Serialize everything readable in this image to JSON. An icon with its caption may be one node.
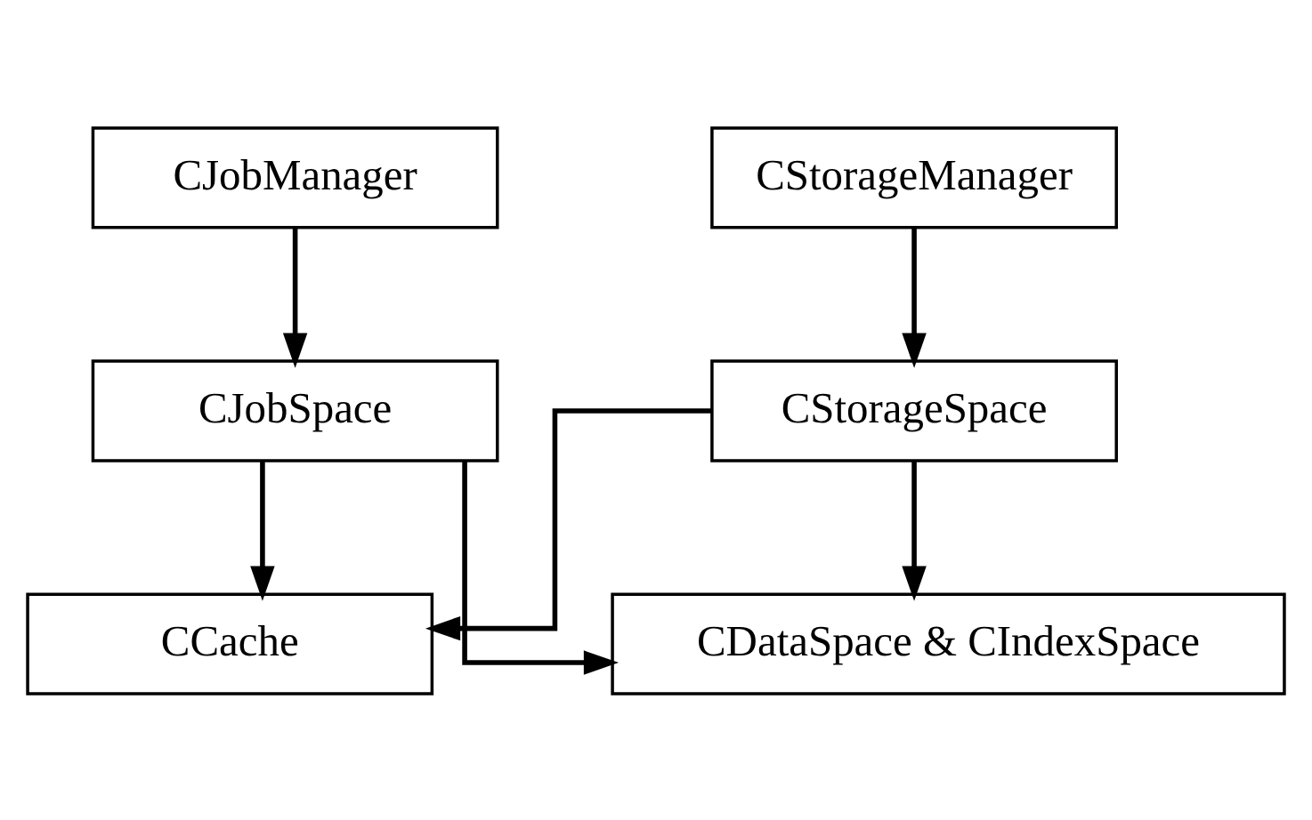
{
  "diagram": {
    "nodes": [
      {
        "text": [
          "CJobManager"
        ]
      },
      {
        "text": [
          "CStorageManager"
        ]
      },
      {
        "text": [
          "CJobSpace"
        ]
      },
      {
        "text": [
          "CStorageSpace"
        ]
      },
      {
        "text": [
          "CCache"
        ]
      },
      {
        "text": [
          "CDataSpace & CIndexSpace"
        ]
      }
    ],
    "edges": [
      {
        "from": 0,
        "to": 2,
        "arrow": "to"
      },
      {
        "from": 1,
        "to": 3,
        "arrow": "to"
      },
      {
        "from": 2,
        "to": 5,
        "arrow": "to"
      },
      {
        "from": 3,
        "to": 5,
        "arrow": "to"
      },
      {
        "from": 2,
        "to": 4,
        "arrow": "to"
      },
      {
        "from": 3,
        "to": 4,
        "arrow": "to"
      }
    ]
  }
}
